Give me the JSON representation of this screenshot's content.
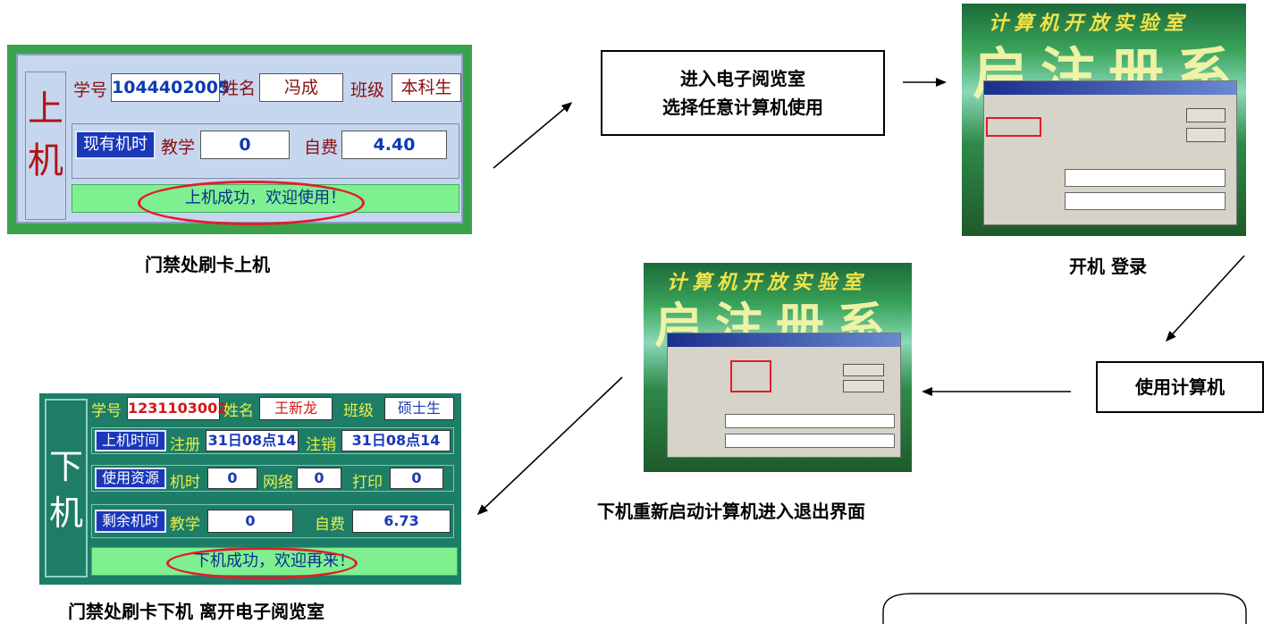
{
  "login_panel": {
    "title_chars": [
      "上",
      "机"
    ],
    "student_id_label": "学号",
    "student_id": "1044402005",
    "name_label": "姓名",
    "name": "冯成",
    "class_label": "班级",
    "class_value": "本科生",
    "time_button": "现有机时",
    "teaching_label": "教学",
    "teaching_value": "0",
    "self_pay_label": "自费",
    "self_pay_value": "4.40",
    "status": "上机成功，欢迎使用！"
  },
  "logout_panel": {
    "title_chars": [
      "下",
      "机"
    ],
    "student_id_label": "学号",
    "student_id": "1231103002",
    "name_label": "姓名",
    "name": "王新龙",
    "class_label": "班级",
    "class_value": "硕士生",
    "time_button": "上机时间",
    "register_label": "注册",
    "register_value": "31日08点14",
    "cancel_label": "注销",
    "cancel_value": "31日08点14",
    "resource_button": "使用资源",
    "machine_time_label": "机时",
    "machine_time_value": "0",
    "network_label": "网络",
    "network_value": "0",
    "print_label": "打印",
    "print_value": "0",
    "remaining_button": "剩余机时",
    "teaching_label": "教学",
    "teaching_value": "0",
    "self_pay_label": "自费",
    "self_pay_value": "6.73",
    "status": "下机成功，欢迎再来！"
  },
  "captions": {
    "login": "门禁处刷卡上机",
    "boot_login": "开机  登录",
    "restart_exit": "下机重新启动计算机进入退出界面",
    "logout_leave": "门禁处刷卡下机  离开电子阅览室"
  },
  "steps": {
    "enter_line1": "进入电子阅览室",
    "enter_line2": "选择任意计算机使用",
    "use_computer": "使用计算机"
  },
  "colors": {
    "login_frame": "#3aa24c",
    "login_panel_bg": "#c6d6ee",
    "logout_panel_bg": "#1d7d66",
    "status_bar": "#7ff090",
    "highlight_oval": "#e01d2a",
    "button_blue": "#1a38b8"
  }
}
